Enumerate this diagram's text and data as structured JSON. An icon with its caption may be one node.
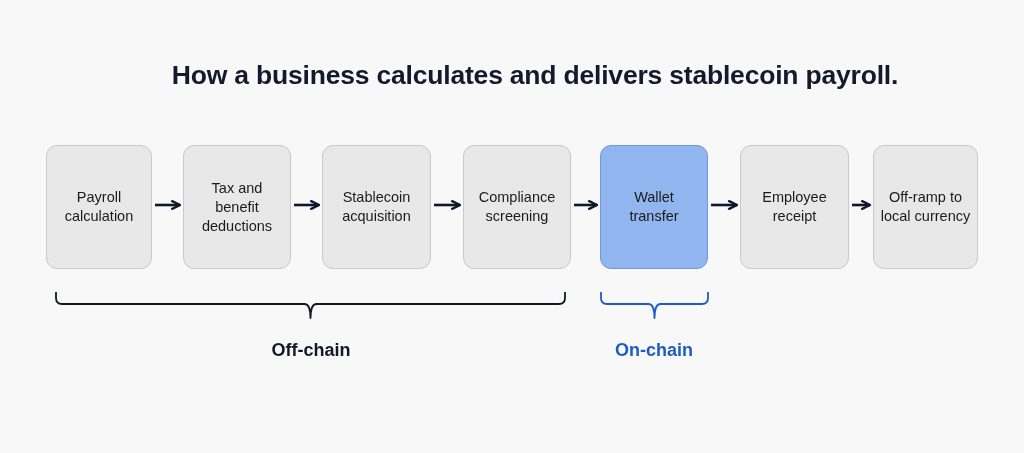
{
  "diagram": {
    "title": "How a business calculates and delivers stablecoin payroll.",
    "nodes": [
      {
        "text": [
          "Payroll calculation"
        ]
      },
      {
        "text": [
          "Tax and benefit deductions"
        ]
      },
      {
        "text": [
          "Stablecoin acquisition"
        ]
      },
      {
        "text": [
          "Compliance screening"
        ]
      },
      {
        "text": [
          "Wallet transfer"
        ]
      },
      {
        "text": [
          "Employee receipt"
        ]
      },
      {
        "text": [
          "Off-ramp to local currency"
        ]
      }
    ],
    "edges": [
      {
        "from": 0,
        "to": 1,
        "arrow": "to"
      },
      {
        "from": 1,
        "to": 2,
        "arrow": "to"
      },
      {
        "from": 2,
        "to": 3,
        "arrow": "to"
      },
      {
        "from": 3,
        "to": 4,
        "arrow": "to"
      },
      {
        "from": 4,
        "to": 5,
        "arrow": "to"
      },
      {
        "from": 5,
        "to": 6,
        "arrow": "to"
      }
    ],
    "labels": [
      "Off-chain",
      "On-chain"
    ]
  }
}
